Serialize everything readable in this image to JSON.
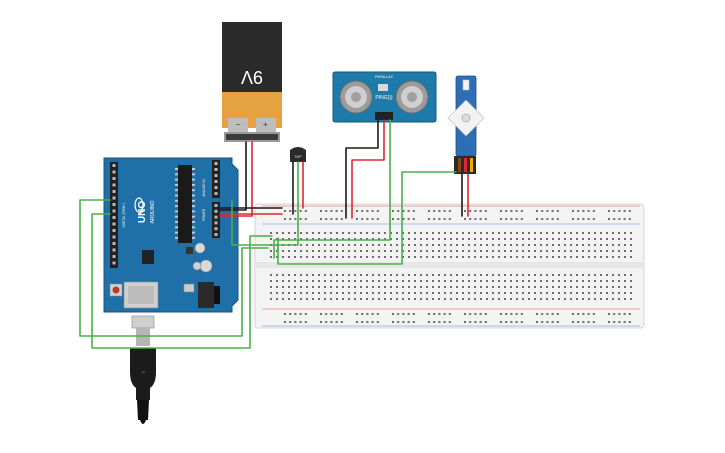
{
  "colors": {
    "background": "#ffffff",
    "arduino_board": "#1f6fa8",
    "arduino_dark": "#17537e",
    "breadboard": "#f2f2f2",
    "battery_black": "#2b2b2b",
    "battery_orange": "#e6a240",
    "sensor_board": "#1e7aa8",
    "servo_blue": "#2d6fb6",
    "wire_green": "#49b049",
    "wire_red": "#e2262d",
    "wire_black": "#1a1a1a"
  },
  "battery": {
    "label": "9V",
    "minus_label": "−",
    "plus_label": "+"
  },
  "arduino": {
    "model_label": "UNO",
    "brand_label": "ARDUINO",
    "analog_label": "ANALOG IN",
    "power_label": "POWER",
    "digital_label": "DIGITAL (PWM~)"
  },
  "ultrasonic_sensor": {
    "label": "PING)))",
    "brand_text": "PARALLAX"
  },
  "temperature_sensor": {
    "label": "TMP"
  },
  "servo": {
    "icon": "servo-motor-icon"
  },
  "usb_cable": {
    "icon": "usb-cable-icon"
  }
}
